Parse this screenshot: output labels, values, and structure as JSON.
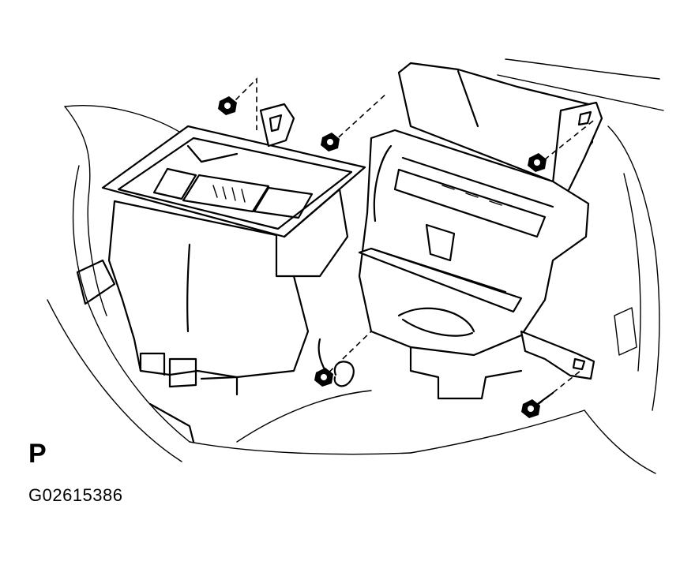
{
  "diagram": {
    "view_label": "P",
    "figure_id": "G02615386",
    "parts": [
      {
        "name": "heater-unit-case"
      },
      {
        "name": "blower-unit-case"
      },
      {
        "name": "fastener-nuts",
        "count": 5
      },
      {
        "name": "fastener-bolt",
        "count": 1
      }
    ]
  }
}
